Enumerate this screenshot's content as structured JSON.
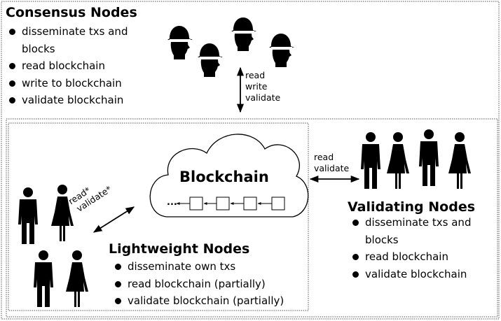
{
  "consensus": {
    "title": "Consensus Nodes",
    "items": [
      "disseminate txs and blocks",
      "read blockchain",
      "write to blockchain",
      "validate blockchain"
    ]
  },
  "consensus_link": {
    "line1": "read",
    "line2": "write",
    "line3": "validate"
  },
  "blockchain": {
    "title": "Blockchain",
    "ellipsis": "..."
  },
  "validating_link": {
    "line1": "read",
    "line2": "validate"
  },
  "lightweight_link": {
    "line1": "read*",
    "line2": "validate*"
  },
  "validating": {
    "title": "Validating Nodes",
    "items": [
      "disseminate txs and blocks",
      "read blockchain",
      "validate blockchain"
    ]
  },
  "lightweight": {
    "title": "Lightweight Nodes",
    "items": [
      "disseminate own txs",
      "read blockchain (partially)",
      "validate blockchain (partially)"
    ]
  }
}
